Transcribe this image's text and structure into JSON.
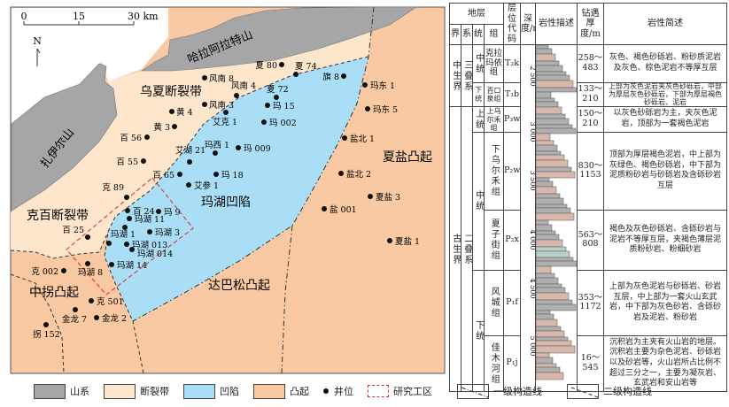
{
  "map": {
    "scale_bar": {
      "ticks": [
        "0",
        "15",
        "30 km"
      ]
    },
    "north_label": "N",
    "regions": {
      "hala_mountain": "哈拉阿拉特山",
      "zhaer_mountain": "扎伊尔山",
      "wuxia_fault": "乌夏断裂带",
      "kebai_fault": "克百断裂带",
      "zhongguai_uplift": "中拐凸起",
      "mahu_sag": "玛湖凹陷",
      "dabasong_uplift": "达巴松凸起",
      "xiayan_uplift": "夏盐凸起"
    },
    "wells": [
      "风南 8",
      "风南 4",
      "风南 3",
      "黄 4",
      "黄 3",
      "百 56",
      "百 55",
      "艾克 1",
      "夏 80",
      "夏 74",
      "夏 72",
      "旗 8",
      "玛 15",
      "玛 002",
      "玛东 1",
      "玛东 5",
      "盐北 1",
      "盐北 2",
      "夏盐 3",
      "盐 001",
      "夏盐 1",
      "玛西 1",
      "玛 009",
      "艾湖 21",
      "百 65",
      "玛 18",
      "艾参 1",
      "克 89",
      "百 24",
      "玛 9",
      "玛湖 11",
      "玛湖 1",
      "玛湖 3",
      "玛湖 013",
      "玛湖 014",
      "百 25",
      "玛湖 14",
      "玛湖 8",
      "克 002",
      "克 501",
      "金龙 7",
      "金龙 2",
      "拐 152"
    ],
    "colors": {
      "mountain": "#a6a6a8",
      "fault_belt": "#fde6cc",
      "sag": "#a9def6",
      "uplift": "#f8c9a2",
      "study_area": "#e0282a"
    }
  },
  "strat": {
    "headers": {
      "stratum": "地层",
      "era": "界",
      "system": "系",
      "series": "统",
      "formation": "组",
      "code": "层位代码",
      "depth": "深度/m",
      "lithology": "岩性描述",
      "thickness": "钻遇厚度/m",
      "description": "岩性简述"
    },
    "eras": [
      "中生界",
      "古生界"
    ],
    "systems": [
      "三叠系",
      "二叠系"
    ],
    "rows": [
      {
        "series": "中统",
        "formation": "克拉玛依组",
        "code": "T₂k",
        "thickness": "258～483",
        "description": "灰色、褐色砂砾岩、粉砂质泥岩及灰色、棕色泥岩不等厚互层"
      },
      {
        "series": "下统",
        "formation": "百口泉组",
        "code": "T₁b",
        "thickness": "133～210",
        "description": "上部为灰色泥岩夹灰色砂砾岩，中部为厚层灰色砂砾岩，下部为厚层褐色砂砾岩、泥岩"
      },
      {
        "series": "上统",
        "formation": "上乌尔禾组",
        "code": "P₃w",
        "thickness": "150～210",
        "description": "以灰色砂砾岩为主，夹灰色泥岩，顶部为一套褐色泥岩"
      },
      {
        "series": "中统",
        "formation": "下乌尔禾组",
        "code": "P₂w",
        "thickness": "830～1153",
        "description": "顶部为厚层褐色泥岩，中上部为灰绿色、褐色砂砾岩，中下部为泥质粉砂岩与砂砾岩及含砾砂岩互层"
      },
      {
        "series": "",
        "formation": "夏子街组",
        "code": "P₂x",
        "thickness": "563～808",
        "description": "褐色及灰色砂砾岩、含砾砂岩与泥岩不等厚互层，夹褐色薄层泥质粉砂岩、粉细砂岩"
      },
      {
        "series": "下统",
        "formation": "风城组",
        "code": "P₁f",
        "thickness": "353～1172",
        "description": "上部为灰色泥岩与砂砾岩、砂岩互层，中上部为一套火山玄武岩，中下部为灰色砂岩、含砾砂岩及泥岩、粉砂岩"
      },
      {
        "series": "",
        "formation": "佳木河组",
        "code": "P₁j",
        "thickness": "16～545",
        "description": "沉积岩为主夹有火山岩的地层。沉积岩主要为杂色泥岩、砂砾岩以及砂岩等，火山岩所占比例不超过三分之一，主要为凝灰岩、玄武岩和安山岩等"
      }
    ],
    "depth_ticks": [
      "2 500",
      "3 000",
      "3 500",
      "4 000",
      "4 500",
      "5 000"
    ]
  },
  "legend": {
    "mountain": "山系",
    "fault_belt": "断裂带",
    "sag": "凹陷",
    "uplift": "凸起",
    "well": "井位",
    "study_area": "研究工区",
    "first_order": "一级构造线",
    "second_order": "二级构造线"
  }
}
